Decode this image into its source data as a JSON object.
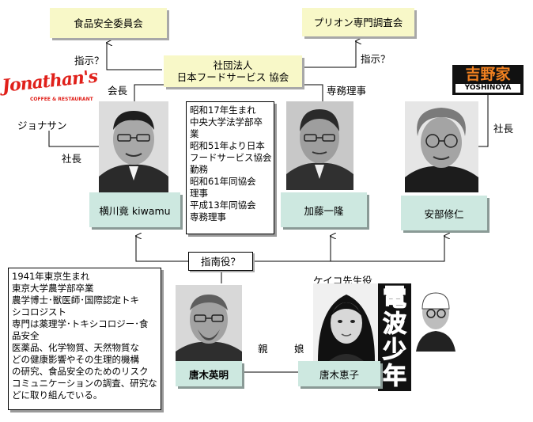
{
  "boxes": {
    "food_safety": "食品安全委員会",
    "prion": "プリオン専門調査会",
    "assoc_line1": "社団法人",
    "assoc_line2": "日本フードサービス 協会",
    "guide_role": "指南役？"
  },
  "labels": {
    "shiji_left": "指示？",
    "shiji_right": "指示？",
    "kaicho": "会長",
    "senmu": "専務理事",
    "jonathan": "ジョナサン",
    "shacho_left": "社長",
    "shacho_right": "社長",
    "oya": "親",
    "musume": "娘",
    "keiko_role": "ケイコ先生役"
  },
  "people": {
    "yokokawa": "横川竟 kiwamu",
    "kato": "加藤一隆",
    "abe": "安部修仁",
    "karaki_h": "唐木英明",
    "karaki_k": "唐木恵子"
  },
  "kato_info": [
    "昭和17年生まれ",
    "中央大学法学部卒",
    "業",
    "昭和51年より日本",
    "フードサービス協会",
    "勤務",
    "昭和61年同協会",
    "理事",
    "平成13年同協会",
    "専務理事"
  ],
  "karaki_info": [
    "1941年東京生まれ",
    "東京大学農学部卒業",
    "農学博士･獣医師･国際認定トキ",
    "シコロジスト",
    "専門は薬理学･トキシコロジー･食",
    "品安全",
    "医薬品、化学物質、天然物質な",
    "どの健康影響やその生理的機構",
    "の研究、食品安全のためのリスク",
    "コミュニケーションの調査、研究な",
    "どに取り組んでいる。"
  ],
  "logos": {
    "jonathan_text": "Jonathan's",
    "jonathan_sub": "COFFEE & RESTAURANT",
    "yoshinoya_kanji": "吉野家",
    "yoshinoya_roman": "YOSHINOYA",
    "denpa": "電波少年"
  },
  "colors": {
    "label_bg": "#f8f8c8",
    "name_bg": "#cde8e0",
    "jonathan_red": "#e0201a",
    "yoshinoya_orange": "#f08020"
  }
}
